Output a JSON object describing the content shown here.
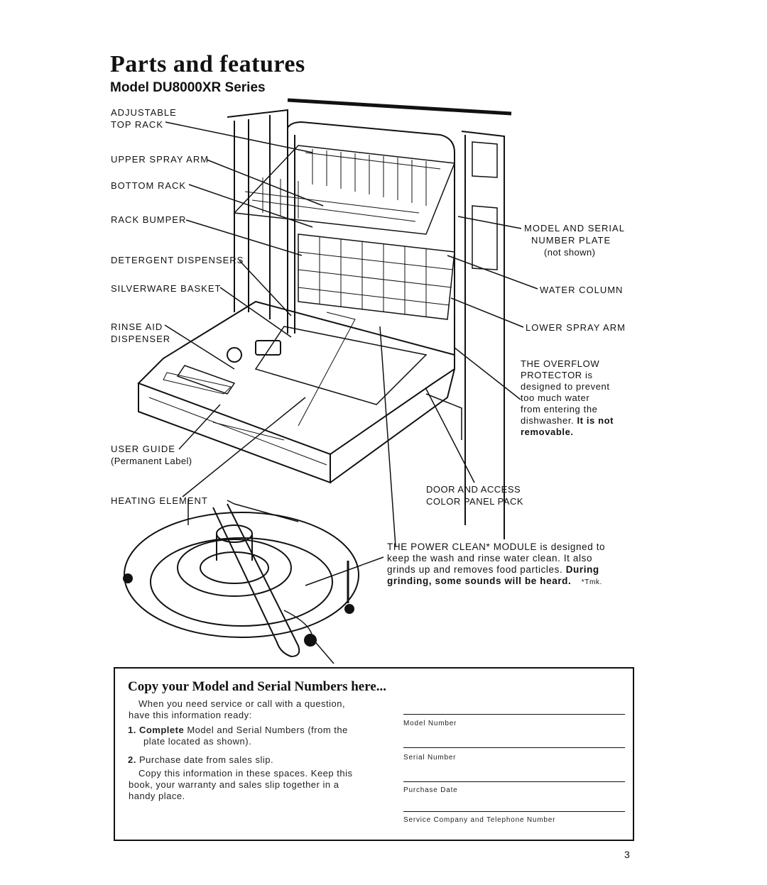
{
  "page": {
    "title": "Parts and features",
    "subtitle": "Model DU8000XR Series",
    "page_number": "3"
  },
  "labels_left": {
    "adjustable_top_rack": [
      "ADJUSTABLE",
      "TOP RACK"
    ],
    "upper_spray_arm": "UPPER SPRAY ARM",
    "bottom_rack": "BOTTOM RACK",
    "rack_bumper": "RACK BUMPER",
    "detergent_dispensers": "DETERGENT DISPENSERS",
    "silverware_basket": "SILVERWARE BASKET",
    "rinse_aid_dispenser": [
      "RINSE AID",
      "DISPENSER"
    ],
    "user_guide": "USER GUIDE",
    "user_guide_note": "(Permanent Label)",
    "heating_element": "HEATING ELEMENT"
  },
  "labels_right": {
    "model_serial_plate": [
      "MODEL AND SERIAL",
      "NUMBER PLATE"
    ],
    "model_serial_note": "(not shown)",
    "water_column": "WATER COLUMN",
    "lower_spray_arm": "LOWER SPRAY ARM",
    "overflow_title": [
      "THE OVERFLOW",
      "PROTECTOR"
    ],
    "overflow_is": "is",
    "overflow_desc": [
      "designed to prevent",
      "too much water",
      "from entering the",
      "dishwasher."
    ],
    "overflow_bold": [
      "It is not",
      "removable."
    ],
    "door_panel": [
      "DOOR AND ACCESS",
      "COLOR PANEL PACK"
    ],
    "power_clean_head": "THE POWER CLEAN* MODULE",
    "power_clean_desc_1": "is designed to",
    "power_clean_desc_2": "keep the wash and rinse water clean. It also",
    "power_clean_desc_3": "grinds up and removes food particles.",
    "power_clean_bold_1": "During",
    "power_clean_bold_2": "grinding, some sounds will be heard.",
    "trademark": "*Tmk."
  },
  "record_box": {
    "title": "Copy your Model and Serial Numbers here...",
    "intro": [
      "When you need service or call with a question,",
      "have this information ready:"
    ],
    "item1_num": "1.",
    "item1_bold": "Complete",
    "item1_text": [
      "Model and Serial Numbers (from the",
      "plate located as shown)."
    ],
    "item2_num": "2.",
    "item2_text": "Purchase date from sales slip.",
    "closing": [
      "Copy this information in these spaces. Keep this",
      "book, your warranty and sales slip together in a",
      "handy place."
    ],
    "fields": [
      "Model Number",
      "Serial Number",
      "Purchase Date",
      "Service Company and Telephone Number"
    ]
  }
}
